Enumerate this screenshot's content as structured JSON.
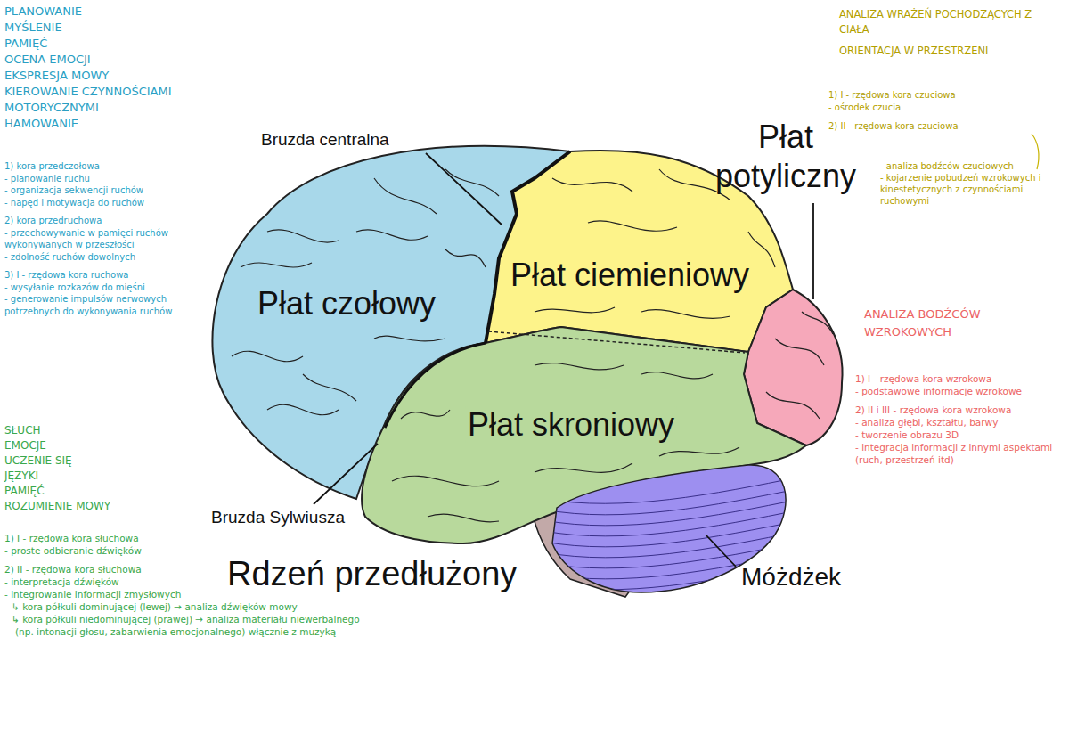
{
  "diagram": {
    "labels": [
      "PLANOWANIE",
      "MYŚLENIE",
      "PAMIĘĆ",
      "OCENA EMOCJI",
      "EKSPRESJA MOWY",
      "KIEROWANIE CZYNNOŚCIAMI MOTORYCZNYMI",
      "HAMOWANIE",
      "1) kora przedczołowa",
      "- planowanie ruchu",
      "- organizacja sekwencji ruchów",
      "- napęd i motywacja do ruchów",
      "2) kora przedruchowa",
      "- przechowywanie w pamięci ruchów wykonywanych w przeszłości",
      "- zdolność ruchów dowolnych",
      "3) I - rzędowa kora ruchowa",
      "- wysyłanie rozkazów do mięśni",
      "- generowanie impulsów nerwowych potrzebnych do wykonywania ruchów",
      "ANALIZA WRAŻEŃ POCHODZĄCYCH Z CIAŁA",
      "ORIENTACJA W PRZESTRZENI",
      "1) I - rzędowa kora czuciowa",
      "- ośrodek czucia",
      "2) II - rzędowa kora czuciowa",
      "- analiza bodźców czuciowych",
      "- kojarzenie pobudzeń wzrokowych i kinestetycznych z czynnościami ruchowymi",
      "Bruzda centralna",
      "Płat potyliczny",
      "Płat ciemieniowy",
      "Płat czołowy",
      "ANALIZA BODŹCÓW WZROKOWYCH",
      "1) I - rzędowa kora wzrokowa",
      "- podstawowe informacje wzrokowe",
      "2) II i III - rzędowa kora wzrokowa",
      "- analiza głębi, kształtu, barwy",
      "- tworzenie obrazu 3D",
      "- integracja informacji z innymi aspektami (ruch, przestrzeń itd)",
      "Płat skroniowy",
      "SŁUCH",
      "EMOCJE",
      "UCZENIE SIĘ",
      "JĘZYKI",
      "PAMIĘĆ",
      "ROZUMIENIE MOWY",
      "1) I - rzędowa kora słuchowa",
      "- proste odbieranie dźwięków",
      "2) II - rzędowa kora słuchowa",
      "- interpretacja dźwięków",
      "- integrowanie informacji zmysłowych",
      "↳ kora półkuli dominującej (lewej) → analiza dźwięków mowy",
      "↳ kora półkuli niedominującej (prawej) → analiza materiału niewerbalnego (np. intonacji głosu, zabarwienia emocjonalnego) włącznie z muzyką",
      "Bruzda Sylwiusza",
      "Rdzeń przedłużony",
      "Móżdżek"
    ]
  }
}
